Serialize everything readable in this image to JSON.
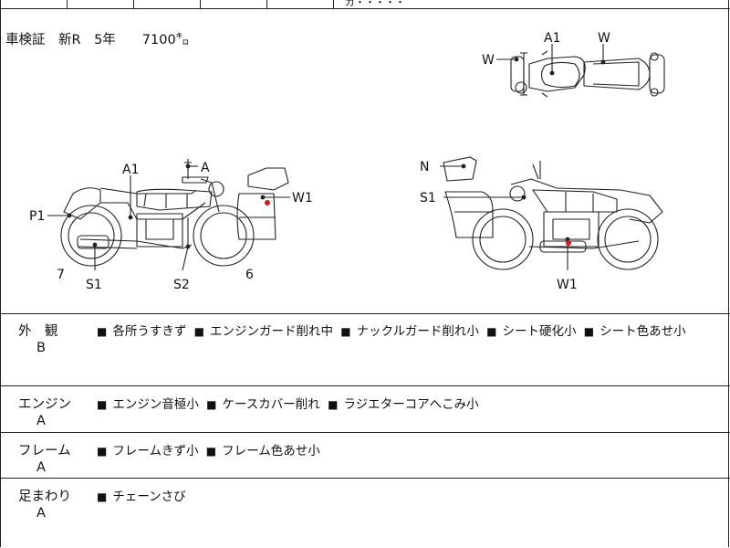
{
  "top_fragment": "ガ・・・・・",
  "vehicle_info": "車検証　新R　5年　　7100㌔",
  "diagram_labels": {
    "top_a1": "A1",
    "top_w_right": "W",
    "top_w_left": "W",
    "left_a1": "A1",
    "left_a": "A",
    "left_w1": "W1",
    "left_p1": "P1",
    "left_7": "7",
    "left_s1": "S1",
    "left_s2": "S2",
    "left_6": "6",
    "right_n": "N",
    "right_s1": "S1",
    "right_w1": "W1"
  },
  "rows": [
    {
      "label": "外　観",
      "grade": "B",
      "items": [
        "各所うすきず",
        "エンジンガード削れ中",
        "ナックルガード削れ小",
        "シート硬化小",
        "シート色あせ小"
      ]
    },
    {
      "label": "エンジン",
      "grade": "A",
      "items": [
        "エンジン音極小",
        "ケースカバー削れ",
        "ラジエターコアへこみ小"
      ]
    },
    {
      "label": "フレーム",
      "grade": "A",
      "items": [
        "フレームきず小",
        "フレーム色あせ小"
      ]
    },
    {
      "label": "足まわり",
      "grade": "A",
      "items": [
        "チェーンさび"
      ]
    }
  ],
  "bullet": "■",
  "colors": {
    "line": "#222222",
    "marker_red": "#c81e1e"
  }
}
